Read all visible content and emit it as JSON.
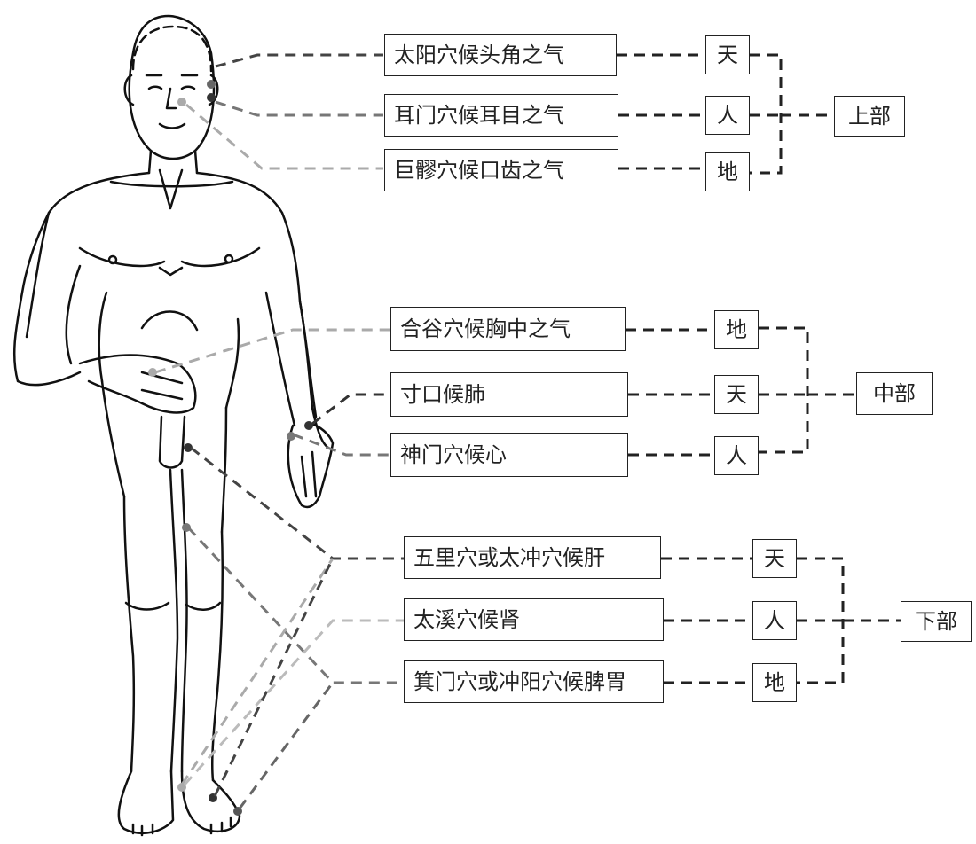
{
  "sections": [
    {
      "group": "上部",
      "rows": [
        {
          "text": "太阳穴候头角之气",
          "level": "天"
        },
        {
          "text": "耳门穴候耳目之气",
          "level": "人"
        },
        {
          "text": "巨髎穴候口齿之气",
          "level": "地"
        }
      ]
    },
    {
      "group": "中部",
      "rows": [
        {
          "text": "合谷穴候胸中之气",
          "level": "地"
        },
        {
          "text": "寸口候肺",
          "level": "天"
        },
        {
          "text": "神门穴候心",
          "level": "人"
        }
      ]
    },
    {
      "group": "下部",
      "rows": [
        {
          "text": "五里穴或太冲穴候肝",
          "level": "天"
        },
        {
          "text": "太溪穴候肾",
          "level": "人"
        },
        {
          "text": "箕门穴或冲阳穴候脾胃",
          "level": "地"
        }
      ]
    }
  ],
  "colors": {
    "dark": "#333333",
    "light": "#b5b5b5",
    "mid": "#777777"
  },
  "icons": [
    "human-body-figure-icon"
  ]
}
